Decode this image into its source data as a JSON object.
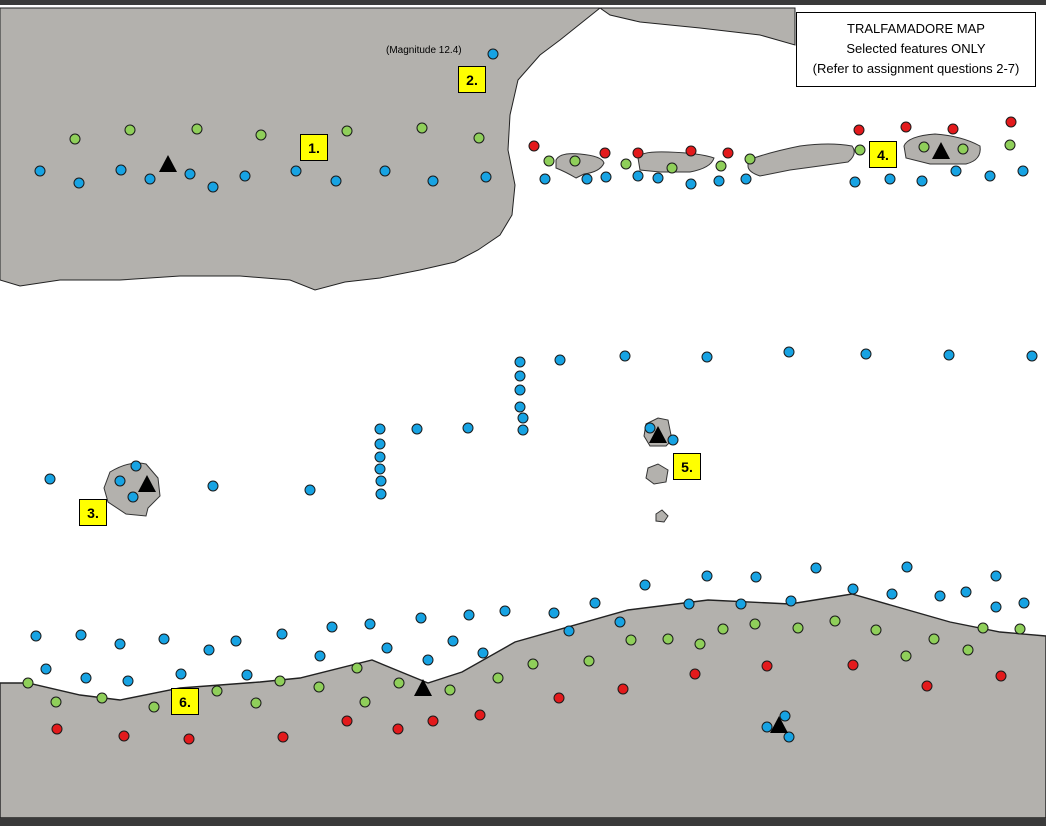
{
  "legend": {
    "title": "TRALFAMADORE MAP",
    "subtitle": "Selected features ONLY",
    "note": "(Refer to assignment questions 2-7)"
  },
  "annotation": "(Magnitude 12.4)",
  "labels": [
    "1.",
    "2.",
    "3.",
    "4.",
    "5.",
    "6."
  ],
  "colors": {
    "land": "#b3b1ad",
    "water": "#ffffff",
    "blue_dot": "#17a3e3",
    "green_dot": "#8fcf5a",
    "red_dot": "#e31a1c",
    "volcano": "#000000",
    "label_box": "#ffff00"
  },
  "feature_types": {
    "blue_dot": "circle",
    "green_dot": "circle",
    "red_dot": "circle",
    "volcano": "black-triangle"
  }
}
